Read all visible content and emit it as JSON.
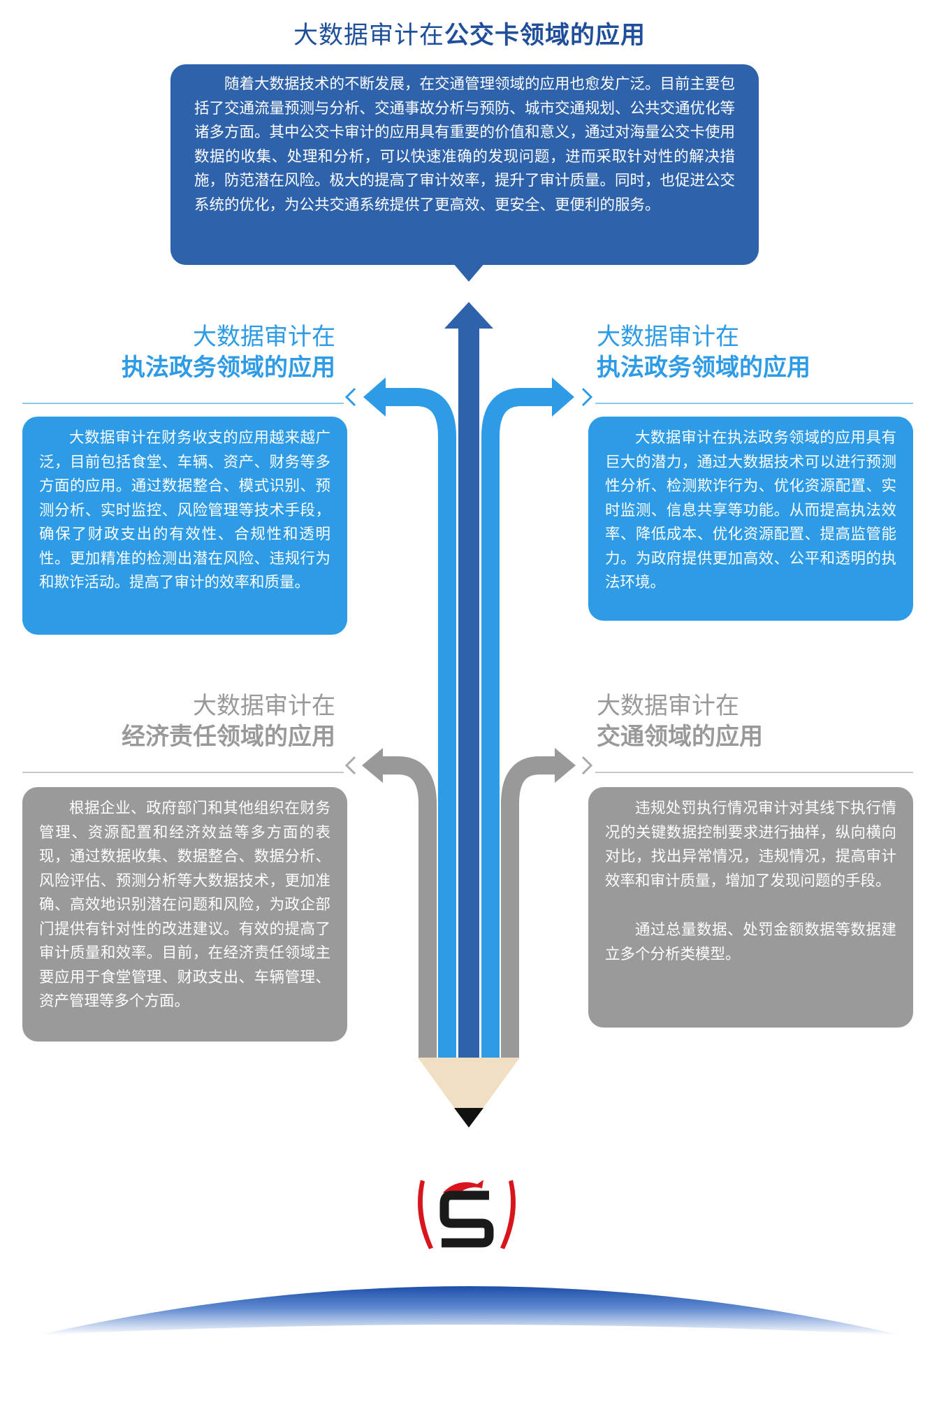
{
  "top": {
    "title_prefix": "大数据审计在",
    "title_bold": "公交卡领域的应用",
    "text": "随着大数据技术的不断发展，在交通管理领域的应用也愈发广泛。目前主要包括了交通流量预测与分析、交通事故分析与预防、城市交通规划、公共交通优化等诸多方面。其中公交卡审计的应用具有重要的价值和意义，通过对海量公交卡使用数据的收集、处理和分析，可以快速准确的发现问题，进而采取针对性的解决措施，防范潜在风险。极大的提高了审计效率，提升了审计质量。同时，也促进公交系统的优化，为公共交通系统提供了更高效、更安全、更便利的服务。"
  },
  "left_upper": {
    "heading_line1": "大数据审计在",
    "heading_line2": "执法政务领域的应用",
    "text": "大数据审计在财务收支的应用越来越广泛，目前包括食堂、车辆、资产、财务等多方面的应用。通过数据整合、模式识别、预测分析、实时监控、风险管理等技术手段，确保了财政支出的有效性、合规性和透明性。更加精准的检测出潜在风险、违规行为和欺诈活动。提高了审计的效率和质量。"
  },
  "right_upper": {
    "heading_line1": "大数据审计在",
    "heading_line2": "执法政务领域的应用",
    "text": "大数据审计在执法政务领域的应用具有巨大的潜力，通过大数据技术可以进行预测性分析、检测欺诈行为、优化资源配置、实时监测、信息共享等功能。从而提高执法效率、降低成本、优化资源配置、提高监管能力。为政府提供更加高效、公平和透明的执法环境。"
  },
  "left_lower": {
    "heading_line1": "大数据审计在",
    "heading_line2": "经济责任领域的应用",
    "text": "根据企业、政府部门和其他组织在财务管理、资源配置和经济效益等多方面的表现，通过数据收集、数据整合、数据分析、风险评估、预测分析等大数据技术，更加准确、高效地识别潜在问题和风险，为政企部门提供有针对性的改进建议。有效的提高了审计质量和效率。目前，在经济责任领域主要应用于食堂管理、财政支出、车辆管理、资产管理等多个方面。"
  },
  "right_lower": {
    "heading_line1": "大数据审计在",
    "heading_line2": "交通领域的应用",
    "text1": "违规处罚执行情况审计对其线下执行情况的关键数据控制要求进行抽样，纵向横向对比，找出异常情况，违规情况，提高审计效率和审计质量，增加了发现问题的手段。",
    "text2": "通过总量数据、处罚金额数据等数据建立多个分析类模型。"
  },
  "colors": {
    "dark_blue": "#2e63ab",
    "light_blue": "#2e9be6",
    "gray": "#9a9a9a",
    "logo_red": "#d8141c"
  },
  "icons": [
    "pencil-graphic",
    "chevron-left-icon",
    "chevron-right-icon",
    "logo-icon"
  ]
}
